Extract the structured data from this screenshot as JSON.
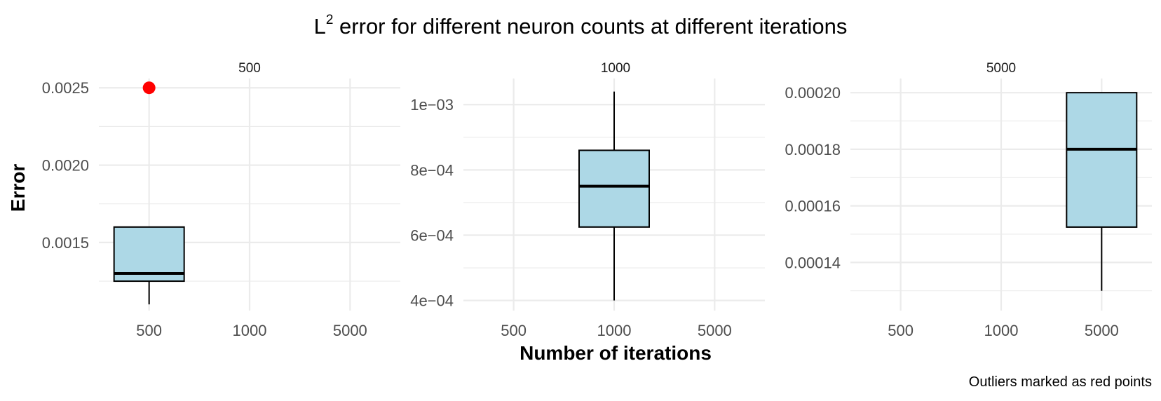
{
  "title": {
    "main": "L",
    "superscript": "2",
    "rest": " error for different neuron counts at different iterations"
  },
  "ylabel": "Error",
  "xlabel": "Number of iterations",
  "caption": "Outliers marked as red points",
  "colors": {
    "box_fill": "#add8e6",
    "outlier": "#ff0000",
    "grid": "#ebebeb"
  },
  "chart_data": {
    "type": "boxplot",
    "facet_by": "neuron count",
    "categories": [
      "500",
      "1000",
      "5000"
    ],
    "panels": [
      {
        "strip": "500",
        "ylim": [
          0.00106,
          0.00256
        ],
        "y_ticks": [
          0.0015,
          0.002,
          0.0025
        ],
        "y_tick_labels": [
          "0.0015",
          "0.0020",
          "0.0025"
        ],
        "y_minor": [
          0.00125,
          0.00175,
          0.00225
        ],
        "boxes": [
          {
            "x": "500",
            "lower": 0.0011,
            "q1": 0.00125,
            "median": 0.0013,
            "q3": 0.0016,
            "upper": 0.0016,
            "outliers": [
              0.0025
            ]
          }
        ]
      },
      {
        "strip": "1000",
        "ylim": [
          0.000369,
          0.00108
        ],
        "y_ticks": [
          0.0004,
          0.0006,
          0.0008,
          0.001
        ],
        "y_tick_labels": [
          "4e−04",
          "6e−04",
          "8e−04",
          "1e−03"
        ],
        "y_minor": [
          0.0005,
          0.0007,
          0.0009
        ],
        "boxes": [
          {
            "x": "1000",
            "lower": 0.0004,
            "q1": 0.000625,
            "median": 0.00075,
            "q3": 0.00086,
            "upper": 0.00104,
            "outliers": []
          }
        ]
      },
      {
        "strip": "5000",
        "ylim": [
          0.000123,
          0.000205
        ],
        "y_ticks": [
          0.00014,
          0.00016,
          0.00018,
          0.0002
        ],
        "y_tick_labels": [
          "0.00014",
          "0.00016",
          "0.00018",
          "0.00020"
        ],
        "y_minor": [
          0.00013,
          0.00015,
          0.00017,
          0.00019
        ],
        "boxes": [
          {
            "x": "5000",
            "lower": 0.00013,
            "q1": 0.0001525,
            "median": 0.00018,
            "q3": 0.0002,
            "upper": 0.0002,
            "outliers": []
          }
        ]
      }
    ]
  }
}
